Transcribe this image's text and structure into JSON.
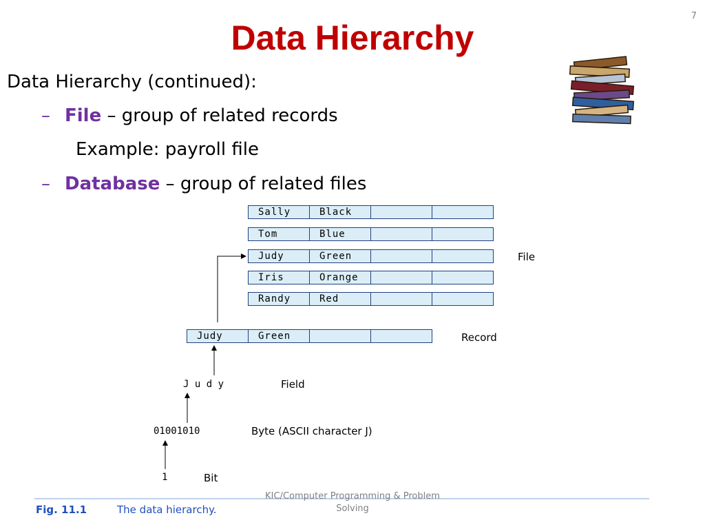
{
  "slide": {
    "number": "7",
    "title": "Data Hierarchy",
    "intro": "Data Hierarchy (continued):",
    "bullets": [
      {
        "dash": "–",
        "term": "File",
        "rest": " – group of related records"
      },
      {
        "dash": "–",
        "term": "Database",
        "rest": " – group of related files"
      }
    ],
    "example": "Example: payroll file"
  },
  "figure": {
    "file_rows": [
      [
        "Sally",
        "Black",
        "",
        ""
      ],
      [
        "Tom",
        "Blue",
        "",
        ""
      ],
      [
        "Judy",
        "Green",
        "",
        ""
      ],
      [
        "Iris",
        "Orange",
        "",
        ""
      ],
      [
        "Randy",
        "Red",
        "",
        ""
      ]
    ],
    "record_row": [
      "Judy",
      "Green",
      "",
      ""
    ],
    "labels": {
      "file": "File",
      "record": "Record",
      "field_value": "J u d y",
      "field": "Field",
      "byte_value": "01001010",
      "byte": "Byte (ASCII character J)",
      "bit_value": "1",
      "bit": "Bit"
    },
    "caption_fig": "Fig. 11.1",
    "caption_text": "The data hierarchy."
  },
  "footer": {
    "line1": "KIC/Computer Programming & Problem",
    "line2": "Solving"
  },
  "colors": {
    "title": "#c00000",
    "term": "#7030a0",
    "cell_fill": "#dbeef7",
    "caption": "#1f4fbf"
  }
}
